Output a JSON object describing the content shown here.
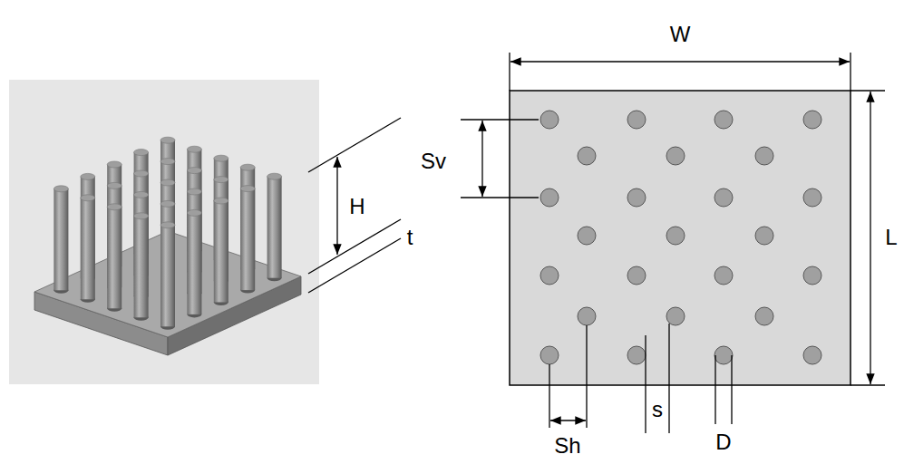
{
  "diagram": {
    "labels": [
      "W",
      "L",
      "H",
      "t",
      "Sv",
      "Sh",
      "s",
      "D"
    ]
  }
}
